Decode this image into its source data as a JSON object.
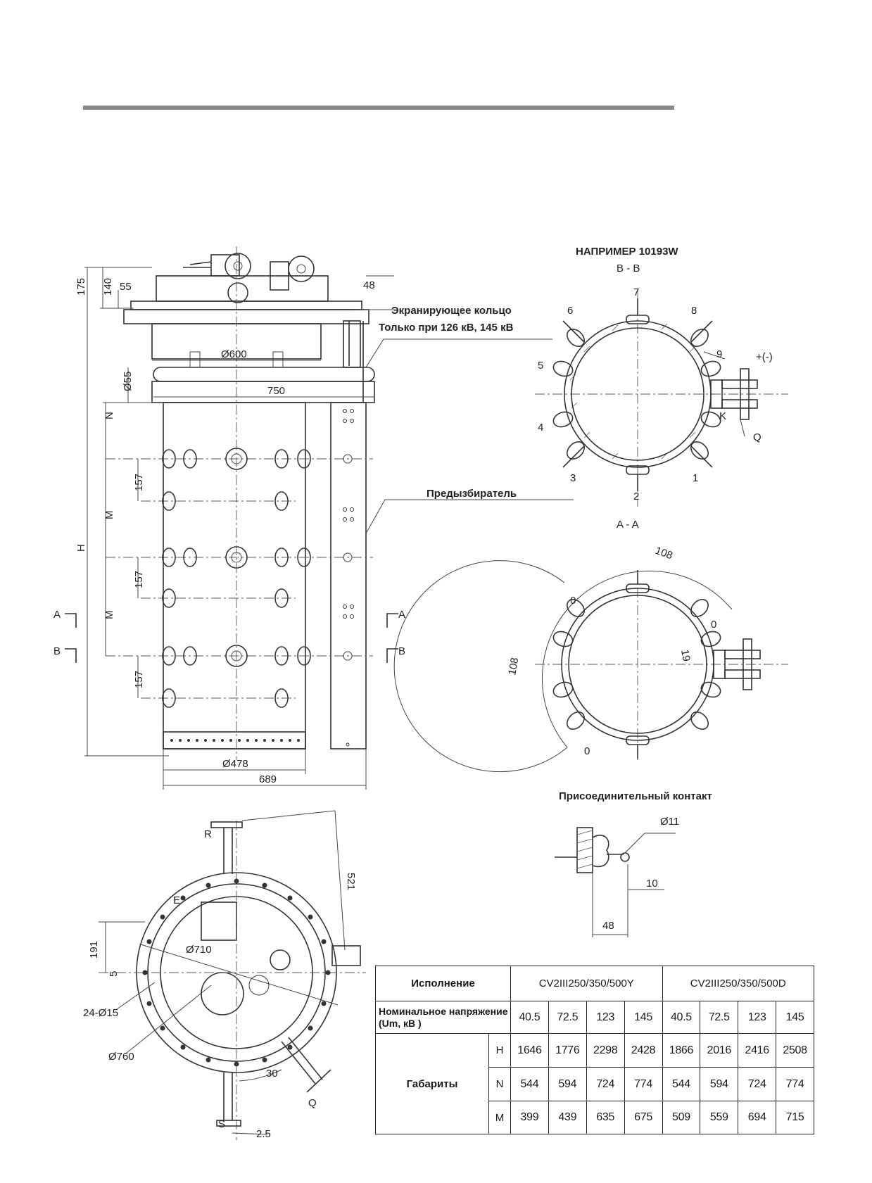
{
  "example_title": "НАПРИМЕР 10193W",
  "section_bb": "B - B",
  "section_aa": "A - A",
  "callouts": {
    "ring_line1": "Экранирующее кольцо",
    "ring_line2": "Только  при 126 кВ, 145 кВ",
    "preselector": "Предызбиратель",
    "contact_title": "Присоединительный контакт"
  },
  "front_view": {
    "dims": [
      "175",
      "140",
      "55",
      "48",
      "Ø600",
      "Ø55",
      "750",
      "N",
      "157",
      "M",
      "H",
      "157",
      "M",
      "157",
      "Ø478",
      "689"
    ],
    "section_marks": [
      "A",
      "B",
      "A",
      "B"
    ]
  },
  "section_bb_labels": [
    "7",
    "6",
    "8",
    "5",
    "9",
    "+(-)",
    "4",
    "K",
    "Q",
    "3",
    "2",
    "1"
  ],
  "section_aa_labels": [
    "108",
    "108",
    "0",
    "0",
    "0",
    "19"
  ],
  "contact_dims": [
    "Ø11",
    "10",
    "48"
  ],
  "top_view": {
    "labels": [
      "R",
      "E",
      "521",
      "191",
      "5",
      "Ø710",
      "24-Ø15",
      "Ø760",
      "30",
      "S",
      "Q",
      "2.5"
    ]
  },
  "table": {
    "h_version": "Исполнение",
    "h_y": "CV2III250/350/500Y",
    "h_d": "CV2III250/350/500D",
    "row_voltage_label": "Номинальное напряжение (Um, кВ )",
    "voltage": [
      "40.5",
      "72.5",
      "123",
      "145",
      "40.5",
      "72.5",
      "123",
      "145"
    ],
    "dims_label": "Габариты",
    "rows": [
      {
        "k": "H",
        "v": [
          "1646",
          "1776",
          "2298",
          "2428",
          "1866",
          "2016",
          "2416",
          "2508"
        ]
      },
      {
        "k": "N",
        "v": [
          "544",
          "594",
          "724",
          "774",
          "544",
          "594",
          "724",
          "774"
        ]
      },
      {
        "k": "M",
        "v": [
          "399",
          "439",
          "635",
          "675",
          "509",
          "559",
          "694",
          "715"
        ]
      }
    ]
  }
}
